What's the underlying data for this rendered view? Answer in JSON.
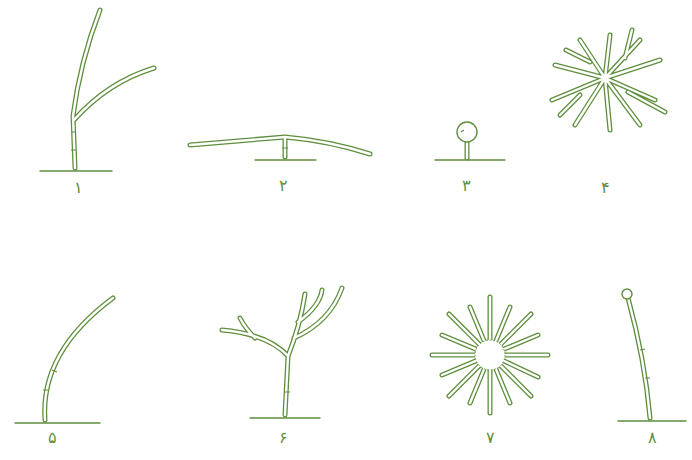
{
  "diagram": {
    "labels": [
      "۱",
      "۲",
      "۳",
      "۴",
      "۵",
      "۶",
      "۷",
      "۸"
    ]
  }
}
